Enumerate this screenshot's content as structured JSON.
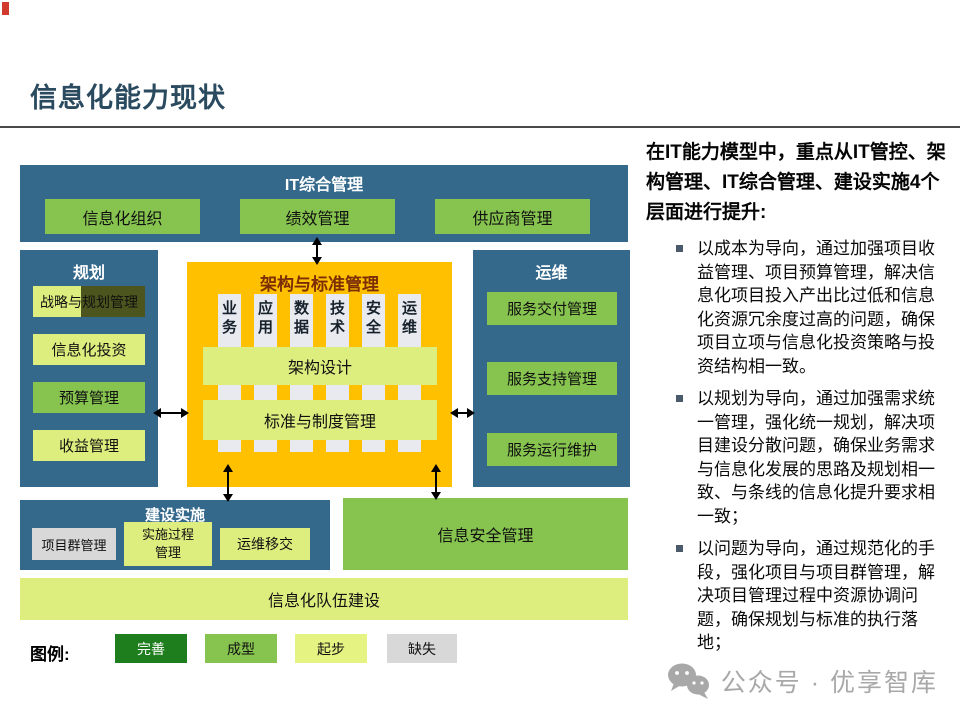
{
  "slide": {
    "title": "信息化能力现状",
    "accent_red": "#d23a2e",
    "blue": "#34698c",
    "orange": "#ffc000"
  },
  "diagram": {
    "it_mgmt": {
      "title": "IT综合管理",
      "items": [
        {
          "label": "信息化组织",
          "status": "成型"
        },
        {
          "label": "绩效管理",
          "status": "成型"
        },
        {
          "label": "供应商管理",
          "status": "成型"
        }
      ]
    },
    "planning": {
      "title": "规划",
      "items": [
        {
          "label": "战略与规划管理",
          "status": "起步/完善"
        },
        {
          "label": "信息化投资",
          "status": "起步"
        },
        {
          "label": "预算管理",
          "status": "成型"
        },
        {
          "label": "收益管理",
          "status": "起步"
        }
      ]
    },
    "architecture": {
      "title": "架构与标准管理",
      "columns": [
        "业务",
        "应用",
        "数据",
        "技术",
        "安全",
        "运维"
      ],
      "bars": [
        {
          "label": "架构设计",
          "status": "起步"
        },
        {
          "label": "标准与制度管理",
          "status": "起步"
        }
      ]
    },
    "operations": {
      "title": "运维",
      "items": [
        {
          "label": "服务交付管理",
          "status": "成型"
        },
        {
          "label": "服务支持管理",
          "status": "成型"
        },
        {
          "label": "服务运行维护",
          "status": "成型"
        }
      ]
    },
    "construction": {
      "title": "建设实施",
      "items": [
        {
          "label": "项目群管理",
          "status": "缺失"
        },
        {
          "label": "实施过程管理",
          "status": "起步"
        },
        {
          "label": "运维移交",
          "status": "起步"
        }
      ]
    },
    "security": {
      "label": "信息安全管理",
      "status": "成型"
    },
    "team": {
      "label": "信息化队伍建设",
      "status": "起步"
    }
  },
  "legend": {
    "label": "图例:",
    "items": [
      {
        "label": "完善",
        "color": "#1e7e1e"
      },
      {
        "label": "成型",
        "color": "#86c44f"
      },
      {
        "label": "起步",
        "color": "#e5f383"
      },
      {
        "label": "缺失",
        "color": "#d8d8d8"
      }
    ]
  },
  "panel": {
    "heading": "在IT能力模型中，重点从IT管控、架构管理、IT综合管理、建设实施4个层面进行提升:",
    "bullets": [
      "以成本为导向，通过加强项目收益管理、项目预算管理，解决信息化项目投入产出比过低和信息化资源冗余度过高的问题，确保项目立项与信息化投资策略与投资结构相一致。",
      "以规划为导向，通过加强需求统一管理，强化统一规划，解决项目建设分散问题，确保业务需求与信息化发展的思路及规划相一致、与条线的信息化提升要求相一致；",
      "以问题为导向，通过规范化的手段，强化项目与项目群管理，解决项目管理过程中资源协调问题，确保规划与标准的执行落地；"
    ]
  },
  "footer": {
    "wechat_label": "公众号 · 优享智库"
  }
}
